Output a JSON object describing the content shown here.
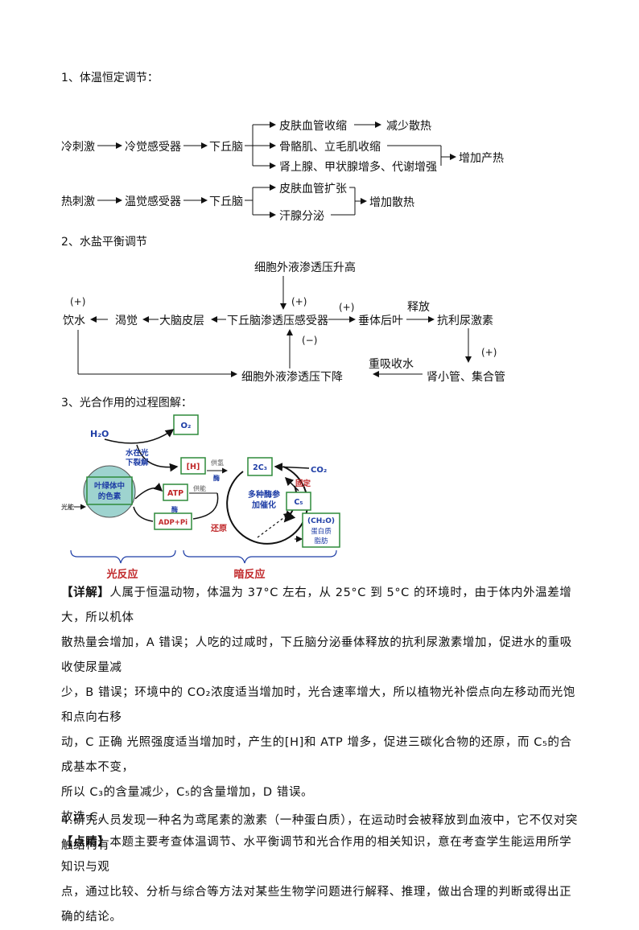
{
  "sections": {
    "s1": "1、体温恒定调节：",
    "s2": "2、水盐平衡调节",
    "s3": "3、光合作用的过程图解："
  },
  "thermo": {
    "cold_stimulus": "冷刺激",
    "cold_receptor": "冷觉感受器",
    "hypothalamus_1": "下丘脑",
    "vaso_constrict": "皮肤血管收缩",
    "reduce_heat": "减少散热",
    "shiver": "骨骼肌、立毛肌收缩",
    "hormones": "肾上腺、甲状腺增多、代谢增强",
    "increase_heat": "增加产热",
    "heat_stimulus": "热刺激",
    "warm_receptor": "温觉感受器",
    "hypothalamus_2": "下丘脑",
    "vaso_dilate": "皮肤血管扩张",
    "sweat": "汗腺分泌",
    "increase_loss": "增加散热"
  },
  "water": {
    "osmo_up": "细胞外液渗透压升高",
    "plus": "(+)",
    "minus": "(−)",
    "drink": "饮水",
    "thirst": "渴觉",
    "cortex": "大脑皮层",
    "osmoreceptor": "下丘脑渗透压感受器",
    "pituitary": "垂体后叶",
    "release": "释放",
    "adh": "抗利尿激素",
    "reabsorb": "重吸收水",
    "tubule": "肾小管、集合管",
    "osmo_down": "细胞外液渗透压下降"
  },
  "photo": {
    "h2o": "H₂O",
    "o2": "O₂",
    "split": [
      "水在光",
      "下裂解"
    ],
    "h": "[H]",
    "supply_h": "供氢",
    "enzyme1": "酶",
    "pigment": [
      "叶绿体中",
      "的色素"
    ],
    "light": "光能",
    "atp": "ATP",
    "enzyme2": "酶",
    "supply_e": "供能",
    "adp": "ADP+Pi",
    "c3": "2C₃",
    "co2": "CO₂",
    "fix": "固定",
    "enzymes": [
      "多种酶参",
      "加催化"
    ],
    "c5": "C₅",
    "reduce": "还原",
    "products": [
      "(CH₂O)",
      "蛋白质",
      "脂肪"
    ],
    "light_reaction": "光反应",
    "dark_reaction": "暗反应",
    "accent": "#c0282a",
    "box_green": "#2e8a3a",
    "label_blue": "#1f3ea6",
    "chloroplast_fill": "#9ed3cf"
  },
  "detail": {
    "tag": "【详解】",
    "lines": [
      "人属于恒温动物，体温为 37°C 左右，从 25°C 到 5°C 的环境时，由于体内外温差增大，所以机体",
      "散热量会增加，A 错误；人吃的过咸时，下丘脑分泌垂体释放的抗利尿激素增加，促进水的重吸收使尿量减",
      "少，B 错误；环境中的 CO₂浓度适当增加时，光合速率增大，所以植物光补偿点向左移动而光饱和点向右移",
      "动，C 正确 光照强度适当增加时，产生的[H]和 ATP 增多，促进三碳化合物的还原，而 C₅的合成基本不变，",
      "所以 C₃的含量减少，C₅的含量增加，D 错误。"
    ],
    "answer": "故选 C。"
  },
  "comment": {
    "tag": "【点睛】",
    "lines": [
      "本题主要考查体温调节、水平衡调节和光合作用的相关知识，意在考查学生能运用所学知识与观",
      "点，通过比较、分析与综合等方法对某些生物学问题进行解释、推理，做出合理的判断或得出正确的结论。"
    ]
  },
  "question4": "4.研究人员发现一种名为鸢尾素的激素（一种蛋白质），在运动时会被释放到血液中，它不仅对突触结构有"
}
